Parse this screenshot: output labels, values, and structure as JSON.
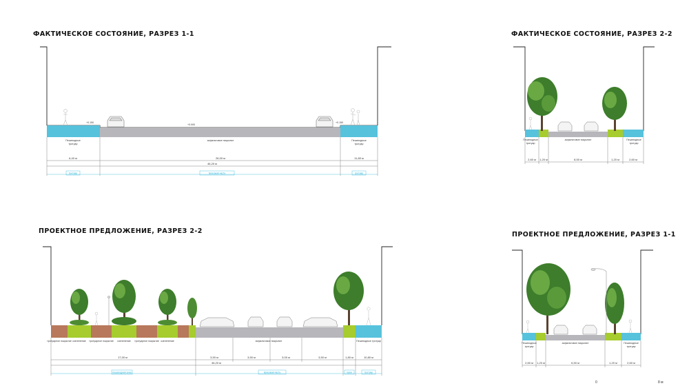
{
  "sections": {
    "existing_1_1": {
      "title": "ФАКТИЧЕСКОЕ СОСТОЯНИЕ, РАЗРЕЗ 1-1",
      "levels": {
        "left": "+0.150",
        "center": "+0.000",
        "right": "+0.150"
      },
      "labels": {
        "left_sidewalk": [
          "Пешеходные",
          "тротуар"
        ],
        "roadway": "асфальтовое покрытие",
        "right_sidewalk": [
          "Пешеходные",
          "тротуар"
        ]
      },
      "dims": {
        "left": "6,40 м",
        "center": "26,00 м",
        "right": "11,80 м",
        "total": "46,20 м"
      },
      "zones": {
        "left": "тротуар",
        "center": "проезжая часть",
        "right": "тротуар"
      }
    },
    "existing_2_2": {
      "title": "ФАКТИЧЕСКОЕ СОСТОЯНИЕ, РАЗРЕЗ 2-2",
      "labels": {
        "left_sidewalk": [
          "Пешеходные",
          "тротуар"
        ],
        "roadway": "асфальтовое покрытие",
        "right_sidewalk": [
          "Пешеходные",
          "тротуар"
        ]
      },
      "dims": [
        "2,60 м",
        "1,20 м",
        "8,50 м",
        "1,20 м",
        "2,60 м"
      ]
    },
    "proposal_2_2": {
      "title": "ПРОЕКТНОЕ ПРЕДЛОЖЕНИЕ, РАЗРЕЗ 2-2",
      "labels": [
        "тротуарное покрытие",
        "озеленение",
        "тротуарное покрытие",
        "озеленение",
        "тротуарное покрытие",
        "озеленение",
        "асфальтовое покрытие",
        "Пешеходные тротуар"
      ],
      "dims": {
        "left": "17,00 м",
        "lanes": [
          "3,50 м",
          "3,50 м",
          "3,00 м",
          "3,50 м"
        ],
        "green": "1,80 м",
        "right": "10,80 м",
        "total": "46,20 м"
      },
      "zones": {
        "left": "пешеходная зона",
        "center": "проезжая часть",
        "green": "газон",
        "right": "тротуар"
      }
    },
    "proposal_1_1": {
      "title": "ПРОЕКТНОЕ ПРЕДЛОЖЕНИЕ, РАЗРЕЗ 1-1",
      "labels": {
        "left_sidewalk": [
          "Пешеходные",
          "тротуар"
        ],
        "roadway": "асфальтовое покрытие",
        "right_sidewalk": [
          "Пешеходные",
          "тротуар"
        ]
      },
      "dims": [
        "2,60 м",
        "1,20 м",
        "6,50 м",
        "1,20 м",
        "2,60 м"
      ]
    }
  },
  "scale": {
    "zero": "0",
    "max": "8 м"
  },
  "colors": {
    "sidewalk": "#56c2dc",
    "road": "#b6b6bb",
    "green": "#a6cc2e",
    "paving": "#b8785b",
    "tree_dark": "#3d7d2b",
    "tree_light": "#6aa844",
    "zone": "#2bb5d8"
  }
}
